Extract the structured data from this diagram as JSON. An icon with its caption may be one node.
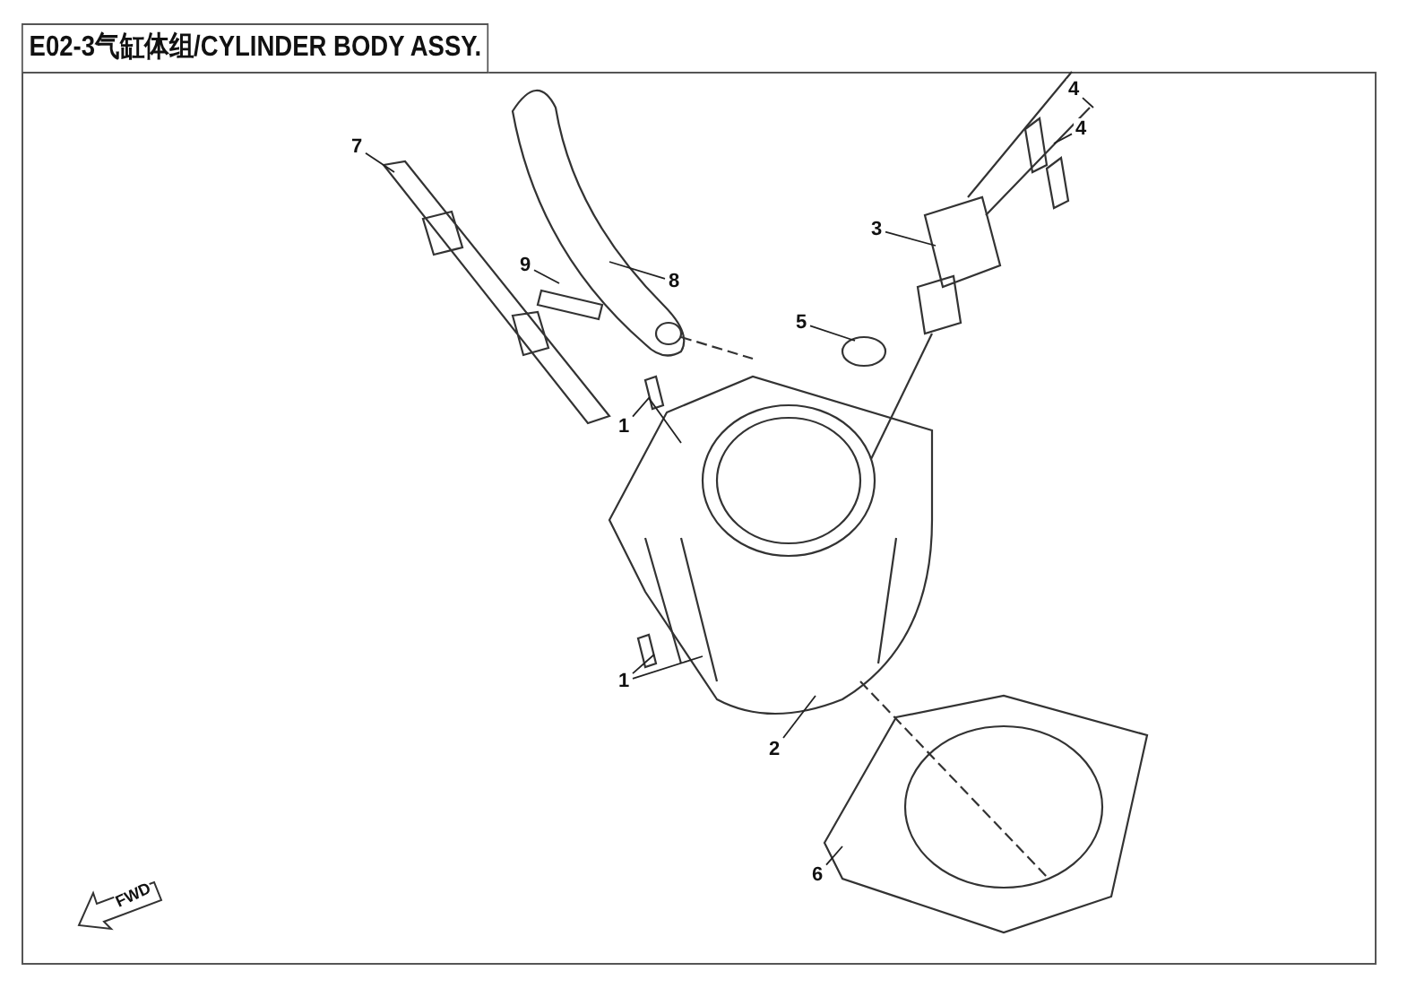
{
  "diagram": {
    "title": "E02-3气缸体组/CYLINDER BODY ASSY.",
    "nodes": [
      {
        "text": [
          "7"
        ]
      },
      {
        "text": [
          "9"
        ]
      },
      {
        "text": [
          "8"
        ]
      },
      {
        "text": [
          "3"
        ]
      },
      {
        "text": [
          "4"
        ]
      },
      {
        "text": [
          "4"
        ]
      },
      {
        "text": [
          "5"
        ]
      },
      {
        "text": [
          "1"
        ]
      },
      {
        "text": [
          "1"
        ]
      },
      {
        "text": [
          "2"
        ]
      },
      {
        "text": [
          "6"
        ]
      }
    ],
    "edges": [
      {
        "from": 0,
        "to": null,
        "arrow": "none"
      },
      {
        "from": 1,
        "to": null,
        "arrow": "none"
      },
      {
        "from": 2,
        "to": null,
        "arrow": "none"
      },
      {
        "from": 3,
        "to": null,
        "arrow": "none"
      },
      {
        "from": 4,
        "to": null,
        "arrow": "none"
      },
      {
        "from": 5,
        "to": null,
        "arrow": "none"
      },
      {
        "from": 6,
        "to": null,
        "arrow": "none"
      },
      {
        "from": 7,
        "to": null,
        "arrow": "none"
      },
      {
        "from": 8,
        "to": null,
        "arrow": "none"
      },
      {
        "from": 8,
        "to": null,
        "arrow": "none"
      },
      {
        "from": 9,
        "to": null,
        "arrow": "none"
      },
      {
        "from": 10,
        "to": null,
        "arrow": "none"
      }
    ],
    "labels": [
      "FWD"
    ]
  }
}
